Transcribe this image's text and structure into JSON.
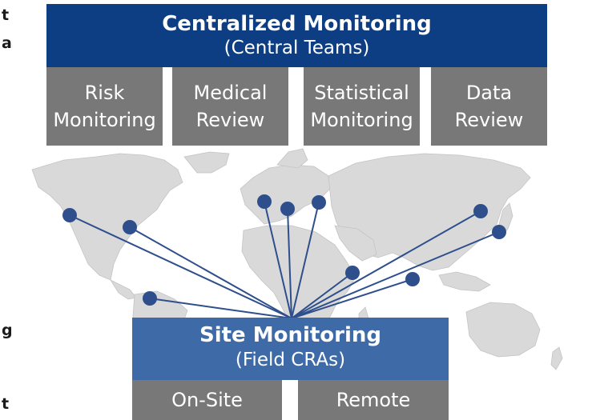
{
  "edge_fragments": [
    "t",
    "a",
    "g",
    "t"
  ],
  "central": {
    "title": "Centralized Monitoring",
    "subtitle": "(Central Teams)",
    "boxes": [
      {
        "label": "Risk\nMonitoring"
      },
      {
        "label": "Medical\nReview"
      },
      {
        "label": "Statistical\nMonitoring"
      },
      {
        "label": "Data\nReview"
      }
    ]
  },
  "site": {
    "title": "Site Monitoring",
    "subtitle": "(Field CRAs)",
    "boxes": [
      {
        "label": "On-Site"
      },
      {
        "label": "Remote"
      }
    ]
  },
  "colors": {
    "central_blue": "#0d3d82",
    "site_blue": "#3e6aa8",
    "gray_box": "#787878",
    "map_land": "#d9d9d9",
    "connector": "#2e4f8c",
    "marker": "#2e4f8c"
  },
  "site_locations": [
    {
      "name": "west-north-america"
    },
    {
      "name": "east-north-america"
    },
    {
      "name": "south-america"
    },
    {
      "name": "western-europe"
    },
    {
      "name": "central-europe"
    },
    {
      "name": "eastern-europe"
    },
    {
      "name": "east-africa"
    },
    {
      "name": "india"
    },
    {
      "name": "china"
    },
    {
      "name": "japan"
    }
  ]
}
